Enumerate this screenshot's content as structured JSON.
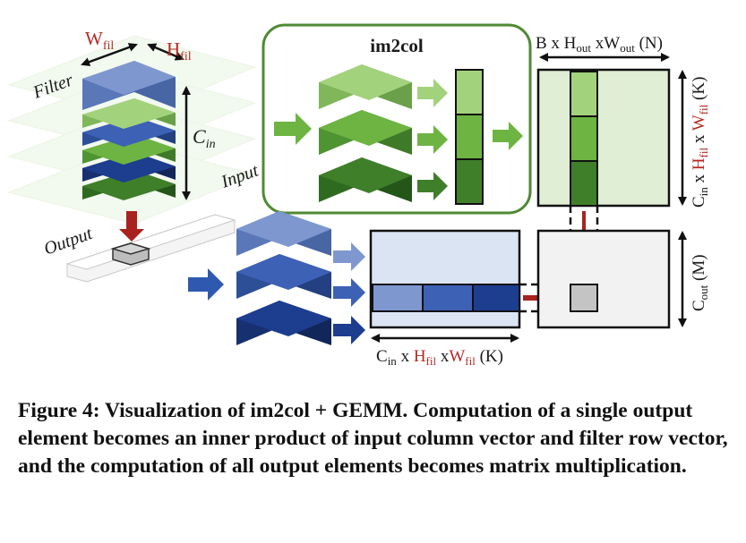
{
  "labels": {
    "filter": "Filter",
    "input": "Input",
    "output": "Output",
    "w_fil_base": "W",
    "w_fil_sub": "fil",
    "h_fil_base": "H",
    "h_fil_sub": "fil",
    "c_in_base": "C",
    "c_in_sub": "in",
    "im2col": "im2col"
  },
  "top_matrix_label": {
    "prefix": "B x H",
    "sub1": "out",
    "mid": " xW",
    "sub2": "out",
    "suffix": " (N)"
  },
  "right_top_label": {
    "c": "C",
    "c_sub": "in",
    "x1": " x ",
    "h": "H",
    "h_sub": "fil",
    "x2": " x ",
    "w": "W",
    "w_sub": "fil",
    "suffix": " (K)"
  },
  "right_bottom_label": {
    "c": "C",
    "c_sub": "out",
    "suffix": " (M)"
  },
  "bottom_matrix_label": {
    "c": "C",
    "c_sub": "in",
    "x1": " x ",
    "h": "H",
    "h_sub": "fil",
    "x2": " x",
    "w": "W",
    "w_sub": "fil",
    "suffix": " (K)"
  },
  "caption": "Figure 4: Visualization of im2col + GEMM. Computation of a single output element becomes an inner product of input column vector and filter row vector, and the computation of all output elements becomes matrix multiplication.",
  "colors": {
    "green_light": "#a3d27d",
    "green_mid": "#6db442",
    "green_dark": "#3f7f2a",
    "blue_light": "#7e98cf",
    "blue_mid": "#3d61b5",
    "blue_dark": "#1d3d8f",
    "red_accent": "#a8231f",
    "frame_green": "#4f8a34"
  }
}
